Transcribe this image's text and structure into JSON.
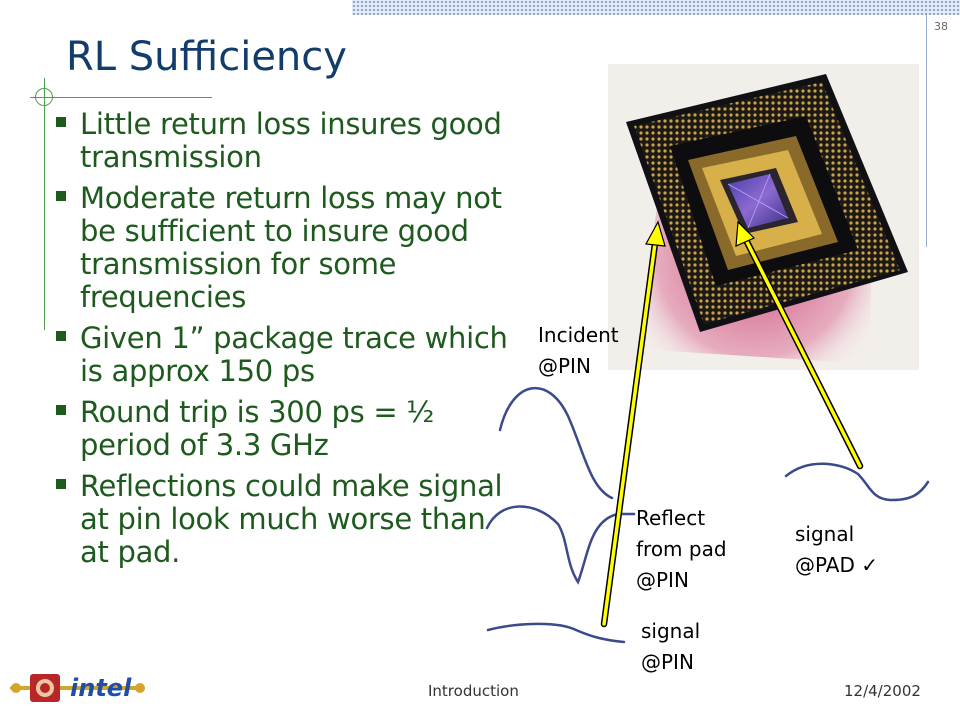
{
  "slide": {
    "page_number": "38",
    "title": "RL Sufficiency",
    "bullets": [
      "Little return loss insures good transmission",
      "Moderate return loss may not be sufficient to insure good transmission for some frequencies",
      "Given 1” package trace which is approx 150 ps",
      "Round trip is 300 ps = ½ period of 3.3 GHz",
      "Reflections could make signal at pin look much worse than at pad."
    ]
  },
  "figure": {
    "labels": {
      "incident": "Incident\n@PIN",
      "reflect": "Reflect\nfrom pad\n@PIN",
      "signal_pad": "signal\n@PAD ✓",
      "signal_pin": "signal\n@PIN"
    }
  },
  "footer": {
    "section": "Introduction",
    "date": "12/4/2002",
    "logo_text": "intel"
  },
  "colors": {
    "title": "#123c6a",
    "bullet_text": "#1e5a1e",
    "arrow_fill": "#ffff00",
    "logo_blue": "#1f4ea8",
    "logo_gold": "#d4a52a"
  }
}
